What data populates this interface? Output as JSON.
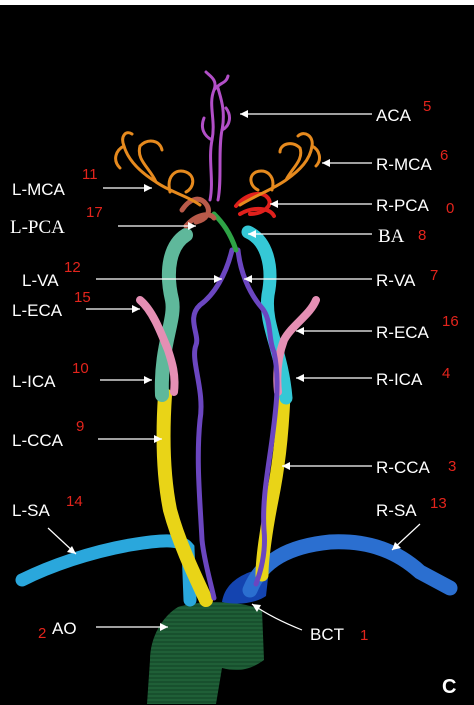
{
  "panel_label": "C",
  "colors": {
    "aorta": "#1f5f37",
    "bct": "#1444b0",
    "subclavian_left": "#2aa7dc",
    "subclavian_right": "#2b6fd0",
    "cca": "#e9d417",
    "ica_left": "#5fb89b",
    "ica_right": "#35c8d6",
    "eca": "#e58fb4",
    "va": "#6b46c0",
    "aca": "#b24fc7",
    "mca": "#e68a1e",
    "pca_left": "#b85a4a",
    "pca_right": "#e0201c",
    "ba": "#2ea346",
    "label_number": "#e3241c"
  },
  "labels": [
    {
      "id": "aca",
      "text": "ACA",
      "num": "5"
    },
    {
      "id": "r-mca",
      "text": "R-MCA",
      "num": "6"
    },
    {
      "id": "l-mca",
      "text": "L-MCA",
      "num": "11"
    },
    {
      "id": "r-pca",
      "text": "R-PCA",
      "num": "0"
    },
    {
      "id": "l-pca",
      "text": "L-PCA",
      "num": "17"
    },
    {
      "id": "ba",
      "text": "BA",
      "num": "8"
    },
    {
      "id": "l-va",
      "text": "L-VA",
      "num": "12"
    },
    {
      "id": "r-va",
      "text": "R-VA",
      "num": "7"
    },
    {
      "id": "l-eca",
      "text": "L-ECA",
      "num": "15"
    },
    {
      "id": "r-eca",
      "text": "R-ECA",
      "num": "16"
    },
    {
      "id": "l-ica",
      "text": "L-ICA",
      "num": "10"
    },
    {
      "id": "r-ica",
      "text": "R-ICA",
      "num": "4"
    },
    {
      "id": "l-cca",
      "text": "L-CCA",
      "num": "9"
    },
    {
      "id": "r-cca",
      "text": "R-CCA",
      "num": "3"
    },
    {
      "id": "l-sa",
      "text": "L-SA",
      "num": "14"
    },
    {
      "id": "r-sa",
      "text": "R-SA",
      "num": "13"
    },
    {
      "id": "ao",
      "text": "AO",
      "num": "2"
    },
    {
      "id": "bct",
      "text": "BCT",
      "num": "1"
    }
  ]
}
